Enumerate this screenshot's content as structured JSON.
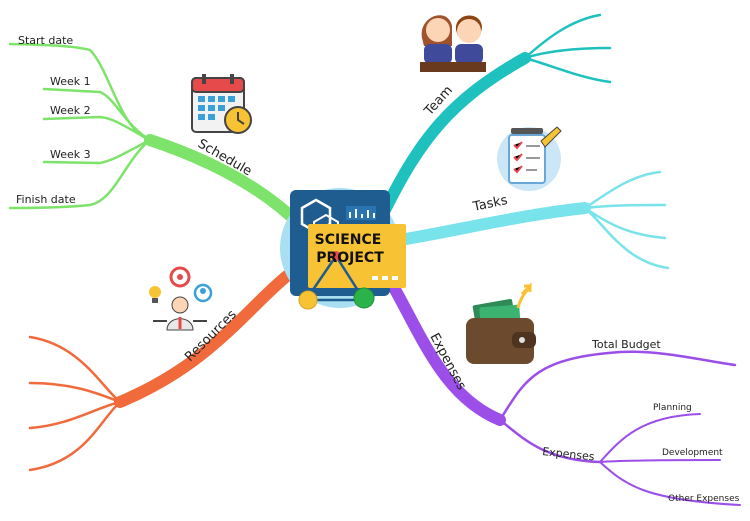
{
  "center": {
    "line1": "SCIENCE",
    "line2": "PROJECT"
  },
  "branches": {
    "schedule": {
      "label": "Schedule",
      "color": "#7ee36a",
      "items": [
        "Start date",
        "Week 1",
        "Week 2",
        "Week 3",
        "Finish date"
      ]
    },
    "team": {
      "label": "Team",
      "color": "#1fc1bf"
    },
    "tasks": {
      "label": "Tasks",
      "color": "#78e3ea"
    },
    "resources": {
      "label": "Resources",
      "color": "#f06a3c"
    },
    "expenses": {
      "label": "Expenses",
      "color": "#9b4ee8",
      "total_budget": "Total Budget",
      "sub": {
        "label": "Expenses",
        "items": [
          "Planning",
          "Development",
          "Other Expenses"
        ]
      }
    }
  },
  "icons": {
    "schedule": "calendar-clock-icon",
    "team": "team-people-icon",
    "tasks": "clipboard-checklist-icon",
    "resources": "person-ideas-icon",
    "expenses": "wallet-icon",
    "center": "science-dashboard-icon"
  }
}
